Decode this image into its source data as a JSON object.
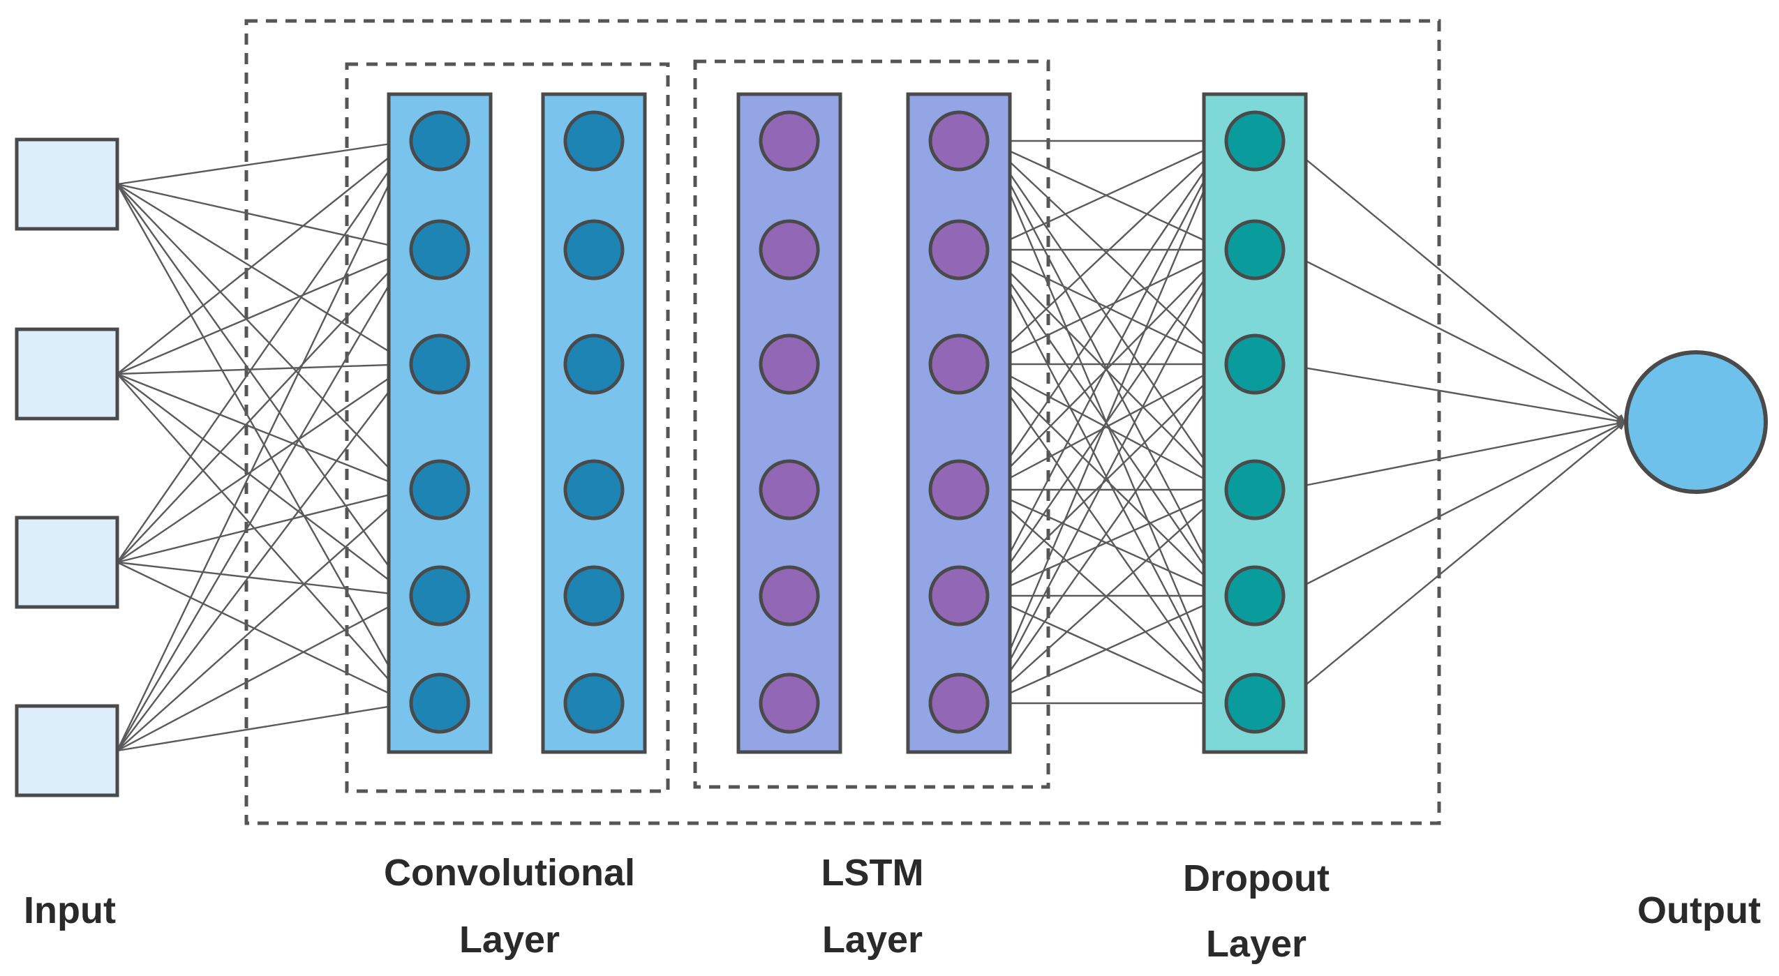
{
  "labels": {
    "input": "Input",
    "conv_line1": "Convolutional",
    "conv_line2": "Layer",
    "lstm_line1": "LSTM",
    "lstm_line2": "Layer",
    "dropout_line1": "Dropout",
    "dropout_line2": "Layer",
    "output": "Output"
  },
  "structure": {
    "input_nodes": 4,
    "conv_columns": 2,
    "conv_nodes_per_column": 6,
    "lstm_columns": 2,
    "lstm_nodes_per_column": 6,
    "dropout_nodes": 6,
    "output_nodes": 1,
    "connections": [
      {
        "from": "input",
        "to": "convolutional",
        "pattern": "fully-connected"
      },
      {
        "from": "lstm",
        "to": "dropout",
        "pattern": "fully-connected"
      },
      {
        "from": "dropout",
        "to": "output",
        "pattern": "fully-connected"
      }
    ]
  },
  "colors": {
    "input_fill": "#ddeefb",
    "conv_column_fill": "#79c3ec",
    "conv_node_fill": "#1d84b4",
    "lstm_column_fill": "#93a5e5",
    "lstm_node_fill": "#9267b6",
    "dropout_column_fill": "#7ed8d8",
    "dropout_node_fill": "#0a9c9c",
    "output_fill": "#6ec1ea",
    "stroke": "#4a4a4a",
    "edge": "#5a5a5a",
    "dashed_border": "#555555"
  }
}
